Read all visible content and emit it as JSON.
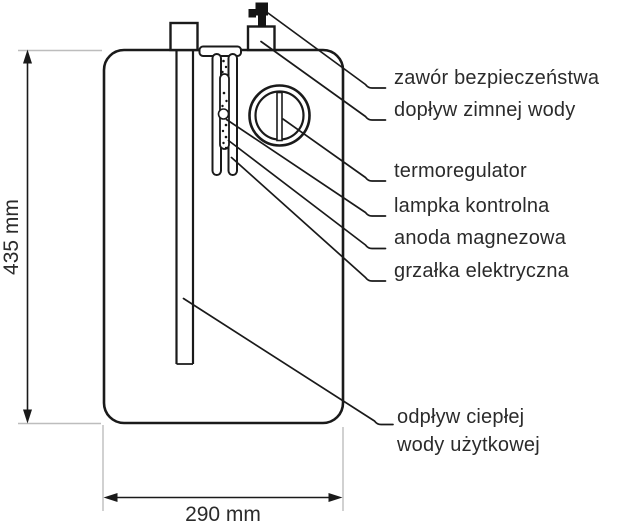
{
  "diagram": {
    "type": "technical-schematic",
    "subject": "electric water heater cross-section",
    "dimensions": {
      "height_label": "435 mm",
      "width_label": "290 mm"
    },
    "callouts": [
      {
        "id": "safety-valve",
        "label": "zawór bezpieczeństwa"
      },
      {
        "id": "cold-water-inlet",
        "label": "dopływ zimnej wody"
      },
      {
        "id": "thermoregulator",
        "label": "termoregulator"
      },
      {
        "id": "control-lamp",
        "label": "lampka kontrolna"
      },
      {
        "id": "magnesium-anode",
        "label": "anoda magnezowa"
      },
      {
        "id": "electric-heater",
        "label": "grzałka elektryczna"
      },
      {
        "id": "hot-water-outlet",
        "label": "odpływ ciepłej",
        "label_line2": "wody użytkowej"
      }
    ],
    "colors": {
      "line": "#1a1a1a",
      "extension_line": "#bdbdbd",
      "text": "#2b2b2b",
      "background": "#ffffff"
    }
  }
}
